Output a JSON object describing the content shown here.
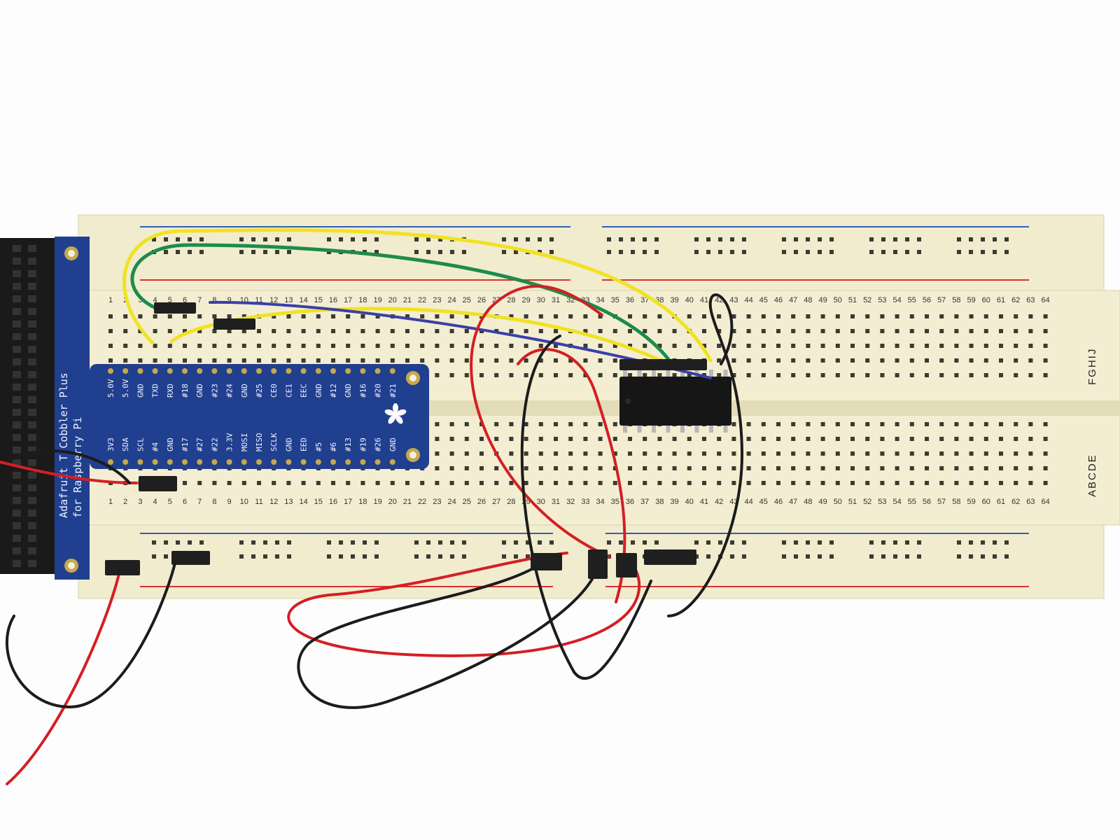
{
  "cobbler": {
    "brand_line1": "Adafruit T-Cobbler Plus",
    "brand_line2": "for Raspberry Pi",
    "top_row_pins": [
      "5.0V",
      "5.0V",
      "GND",
      "TXD",
      "RXD",
      "#18",
      "GND",
      "#23",
      "#24",
      "GND",
      "#25",
      "CE0",
      "CE1",
      "EEC",
      "GND",
      "#12",
      "GND",
      "#16",
      "#20",
      "#21"
    ],
    "bottom_row_pins": [
      "3V3",
      "SDA",
      "SCL",
      "#4",
      "GND",
      "#17",
      "#27",
      "#22",
      "3.3V",
      "MOSI",
      "MISO",
      "SCLK",
      "GND",
      "EED",
      "#5",
      "#6",
      "#13",
      "#19",
      "#26",
      "GND"
    ]
  },
  "breadboard": {
    "columns": 64,
    "row_labels_top": "FGHIJ",
    "row_labels_bottom": "ABCDE"
  },
  "colors": {
    "board": "#f1ecce",
    "hole": "#3b3a33",
    "pcb": "#213f8f",
    "rail_red": "#d8322f",
    "rail_blue": "#2f5fb4",
    "wire_red": "#d41f24",
    "wire_black": "#1c1c1c",
    "wire_yellow": "#f0e224",
    "wire_green": "#1d8b4c",
    "wire_blue": "#3a3fa8",
    "chip": "#161616"
  }
}
